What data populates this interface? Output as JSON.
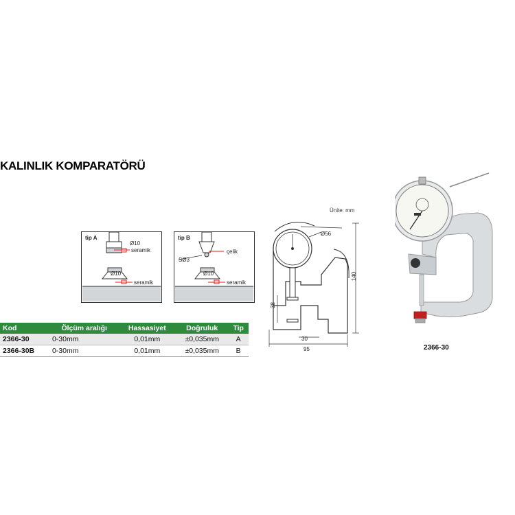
{
  "title": "KALINLIK KOMPARATÖRÜ",
  "tip_a": {
    "label": "tip A",
    "diameter_top": "Ø10",
    "material_top": "seramik",
    "diameter_bottom": "Ø10",
    "material_bottom": "seramik"
  },
  "tip_b": {
    "label": "tip B",
    "sphere": "SØ3",
    "material_top": "çelik",
    "diameter_bottom": "Ø10",
    "material_bottom": "seramik"
  },
  "table": {
    "headers": [
      "Kod",
      "Ölçüm aralığı",
      "Hassasiyet",
      "Doğruluk",
      "Tip"
    ],
    "rows": [
      [
        "2366-30",
        "0-30mm",
        "0,01mm",
        "±0,035mm",
        "A"
      ],
      [
        "2366-30B",
        "0-30mm",
        "0,01mm",
        "±0,035mm",
        "B"
      ]
    ]
  },
  "drawing": {
    "unit_label": "Ünite: mm",
    "dim_dial": "Ø56",
    "dim_height": "140",
    "dim_throat": "38",
    "dim_gap": "30",
    "dim_width": "95"
  },
  "product_caption": "2366-30",
  "colors": {
    "header_green": "#2e8a3c",
    "marker_red": "#d22222",
    "body_gray": "#d9dde0"
  }
}
